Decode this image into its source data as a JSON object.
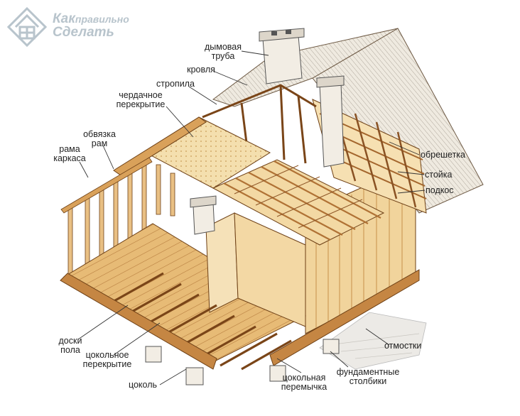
{
  "logo": {
    "line1_big": "Как",
    "line1_small": "правильно",
    "line2": "Сделать"
  },
  "labels": {
    "chimney_1": "дымовая",
    "chimney_2": "труба",
    "roofing": "кровля",
    "rafters": "стропила",
    "attic_floor_1": "чердачное",
    "attic_floor_2": "перекрытие",
    "frame_binding_1": "обвязка",
    "frame_binding_2": "рам",
    "frame_1": "рама",
    "frame_2": "каркаса",
    "lathing": "обрешетка",
    "post": "стойка",
    "brace": "подкос",
    "blind_area": "отмостки",
    "floor_boards_1": "доски",
    "floor_boards_2": "пола",
    "plinth_floor_1": "цокольное",
    "plinth_floor_2": "перекрытие",
    "plinth": "цоколь",
    "plinth_lintel_1": "цокольная",
    "plinth_lintel_2": "перемычка",
    "foundation_posts_1": "фундаментные",
    "foundation_posts_2": "столбики"
  },
  "colors": {
    "wood_light": "#f3d9a4",
    "wood_mid": "#e2b36b",
    "wood_dark": "#b5753a",
    "outline": "#6e4016",
    "roof": "#ece7dc",
    "label_text": "#222222",
    "leader_line": "#333333",
    "logo": "#b8c4cc"
  }
}
